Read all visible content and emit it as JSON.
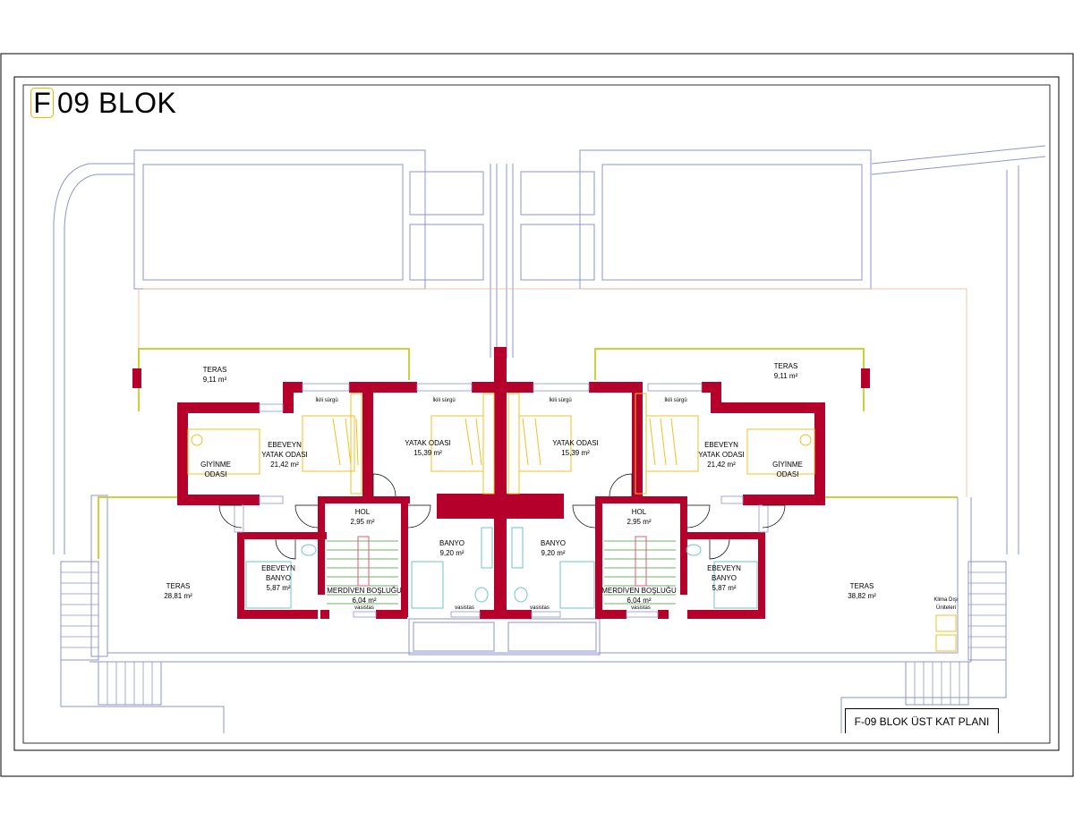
{
  "title": {
    "letter": "F",
    "rest": "09 BLOK"
  },
  "caption": "F-09 BLOK ÜST KAT PLANI",
  "colors": {
    "wall": "#b5002b",
    "grid": "#8f93d0",
    "furniture": "#f0c020",
    "terrace_edge": "#c9d23a",
    "fixture": "#6fc6c6",
    "stair": "#3c9a2f",
    "orange_line": "#f2b48a"
  },
  "rooms": {
    "teras_left_top": {
      "name": "TERAS",
      "area": "9,11 m²"
    },
    "teras_right_top": {
      "name": "TERAS",
      "area": "9,11 m²"
    },
    "ebeveyn_left": {
      "name1": "EBEVEYN",
      "name2": "YATAK ODASI",
      "area": "21,42 m²"
    },
    "ebeveyn_right": {
      "name1": "EBEVEYN",
      "name2": "YATAK ODASI",
      "area": "21,42 m²"
    },
    "giyinme_left": {
      "name1": "GİYİNME",
      "name2": "ODASI"
    },
    "giyinme_right": {
      "name1": "GİYİNME",
      "name2": "ODASI"
    },
    "yatak_left": {
      "name": "YATAK ODASI",
      "area": "15,39 m²"
    },
    "yatak_right": {
      "name": "YATAK ODASI",
      "area": "15,39 m²"
    },
    "hol_left": {
      "name": "HOL",
      "area": "2,95 m²"
    },
    "hol_right": {
      "name": "HOL",
      "area": "2,95 m²"
    },
    "banyo_left": {
      "name": "BANYO",
      "area": "9,20 m²"
    },
    "banyo_right": {
      "name": "BANYO",
      "area": "9,20 m²"
    },
    "ebanyo_left": {
      "name1": "EBEVEYN",
      "name2": "BANYO",
      "area": "5,87 m²"
    },
    "ebanyo_right": {
      "name1": "EBEVEYN",
      "name2": "BANYO",
      "area": "5,87 m²"
    },
    "merdiven_left": {
      "name": "MERDİVEN BOŞLUĞU",
      "area": "6,04 m²"
    },
    "merdiven_right": {
      "name": "MERDİVEN BOŞLUĞU",
      "area": "6,04 m²"
    },
    "teras_left_big": {
      "name": "TERAS",
      "area": "28,81 m²"
    },
    "teras_right_big": {
      "name": "TERAS",
      "area": "38,82 m²"
    }
  },
  "notes": {
    "sliding": "İkili sürgü",
    "vasistas": "vasistas",
    "klima1": "Klima Dışı",
    "klima2": "Üniteleri"
  }
}
